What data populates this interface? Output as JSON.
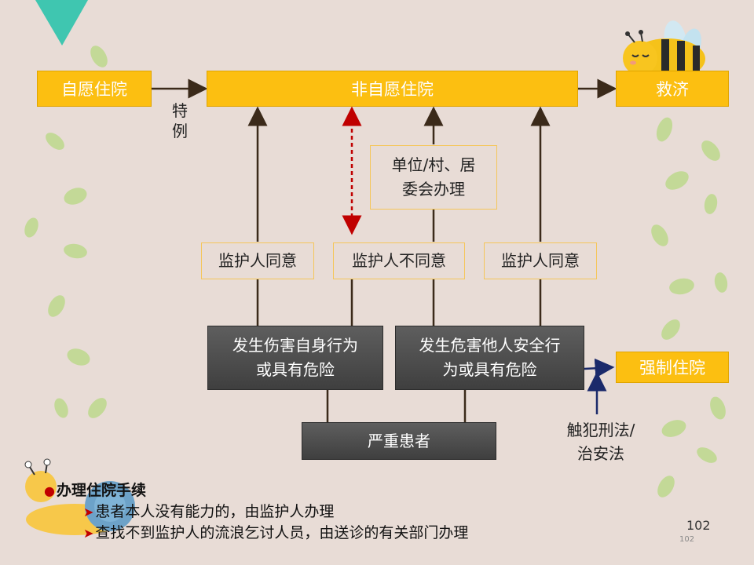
{
  "boxes": {
    "voluntary": "自愿住院",
    "involuntary": "非自愿住院",
    "relief": "救济",
    "unit_handle_line1": "单位/村、居",
    "unit_handle_line2": "委会办理",
    "guardian_agree_1": "监护人同意",
    "guardian_disagree": "监护人不同意",
    "guardian_agree_2": "监护人同意",
    "self_harm_line1": "发生伤害自身行为",
    "self_harm_line2": "或具有危险",
    "harm_others_line1": "发生危害他人安全行",
    "harm_others_line2": "为或具有危险",
    "forced": "强制住院",
    "severe": "严重患者"
  },
  "labels": {
    "exception_1": "特",
    "exception_2": "例",
    "law_line1": "触犯刑法/",
    "law_line2": "治安法"
  },
  "procedures": {
    "title": "办理住院手续",
    "items": [
      "患者本人没有能力的，由监护人办理",
      "查找不到监护人的流浪乞讨人员，由送诊的有关部门办理"
    ]
  },
  "page": {
    "number": "102",
    "number_small": "102"
  },
  "colors": {
    "background": "#e8dcd6",
    "yellow_box": "#fcbf11",
    "dark_box": "#4f4f4f",
    "dashed_red": "#c00000",
    "navy_arrow": "#1b2a6b",
    "teal": "#3fc6b0",
    "leaf": "#b9d58a"
  },
  "decorations": [
    "teal-triangle",
    "bee",
    "snail",
    "leaves"
  ]
}
